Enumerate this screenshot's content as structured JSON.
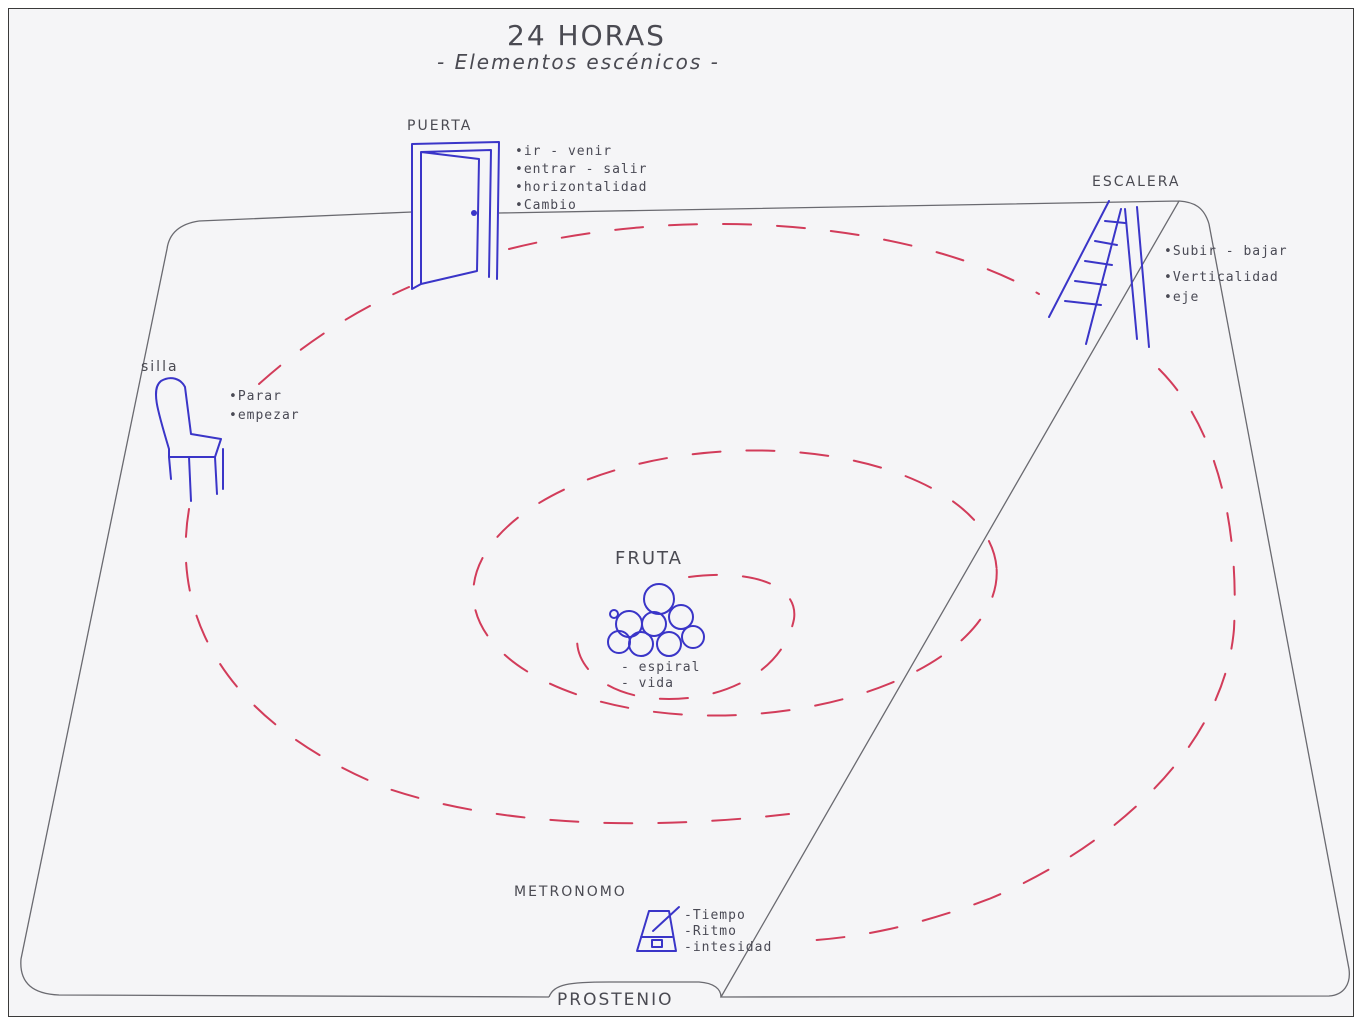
{
  "title": "24 HORAS",
  "subtitle": "- Elementos escénicos -",
  "elements": {
    "puerta": {
      "label": "PUERTA",
      "notes": [
        "•ir - venir",
        "•entrar - salir",
        "•horizontalidad",
        "•Cambio"
      ]
    },
    "escalera": {
      "label": "ESCALERA",
      "notes": [
        "•Subir - bajar",
        "•Verticalidad",
        "•eje"
      ]
    },
    "silla": {
      "label": "silla",
      "notes": [
        "•Parar",
        "•empezar"
      ]
    },
    "fruta": {
      "label": "FRUTA",
      "notes": [
        "- espiral",
        "- vida"
      ]
    },
    "metronomo": {
      "label": "METRONOMO",
      "notes": [
        "-Tiempo",
        "-Ritmo",
        "-intesidad"
      ]
    }
  },
  "stage_front": "PROSTENIO",
  "colors": {
    "ink": "#3a35c8",
    "path": "#d23c5a",
    "pencil": "#4a4a52",
    "paper": "#f5f5f7"
  }
}
